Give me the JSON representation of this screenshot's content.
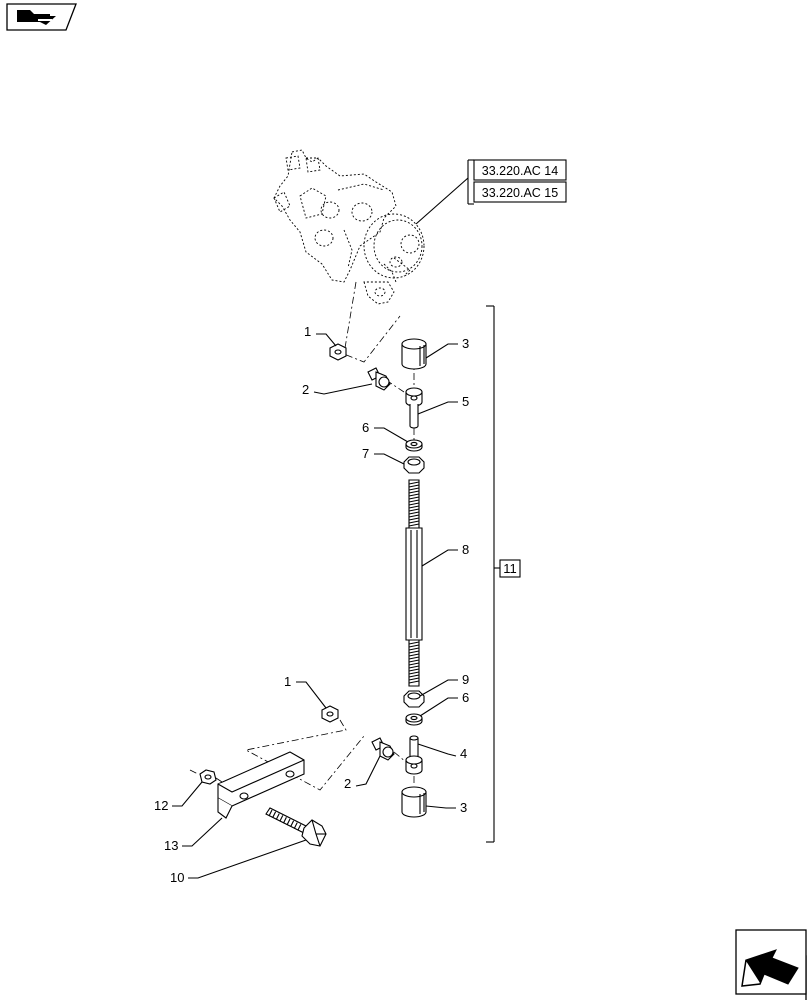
{
  "references": [
    "33.220.AC 14",
    "33.220.AC 15"
  ],
  "assembly_label": "11",
  "callouts": {
    "c1a": "1",
    "c2a": "2",
    "c3a": "3",
    "c5": "5",
    "c6a": "6",
    "c7": "7",
    "c8": "8",
    "c9": "9",
    "c6b": "6",
    "c1b": "1",
    "c4": "4",
    "c2b": "2",
    "c3b": "3",
    "c12": "12",
    "c13": "13",
    "c10": "10"
  },
  "icons": {
    "top_left": "book-arrow-icon",
    "bottom_right": "next-page-arrow-icon"
  }
}
